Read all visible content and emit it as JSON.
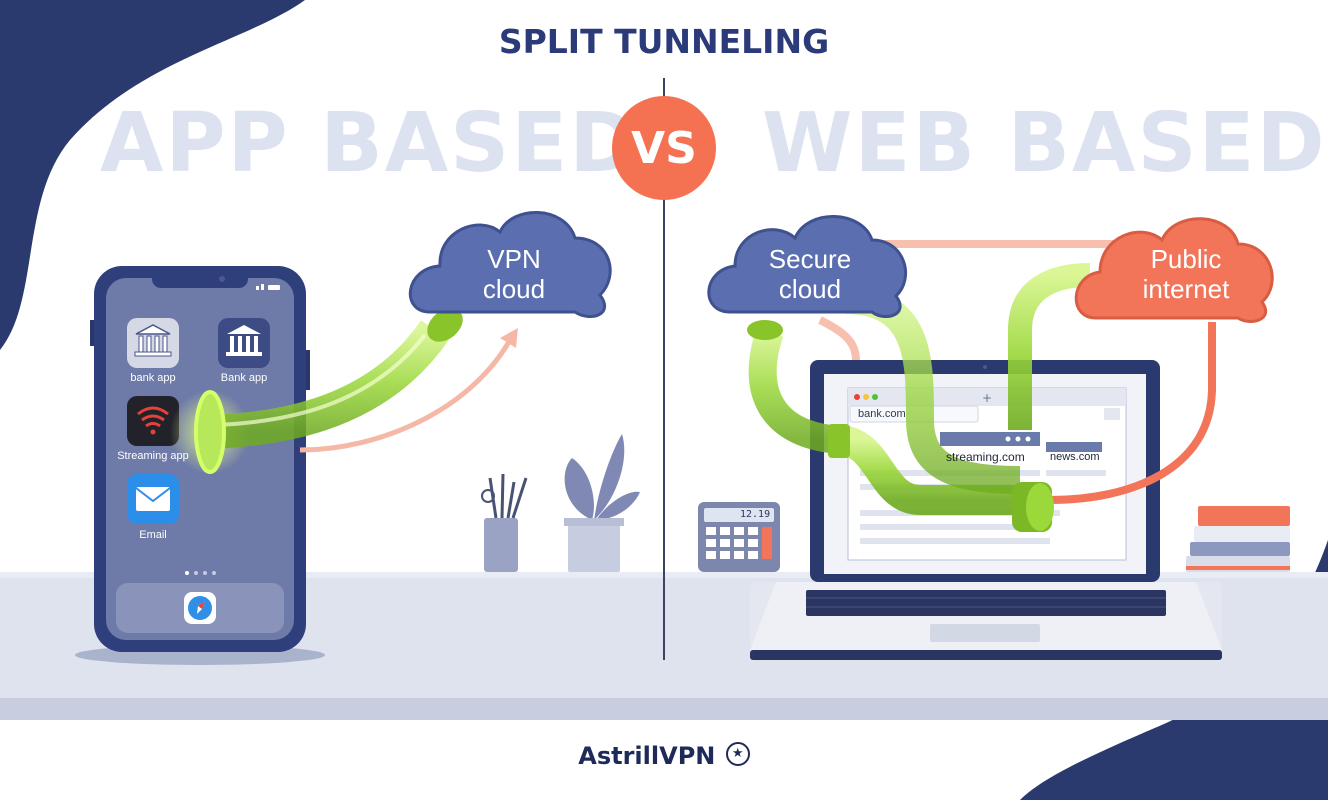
{
  "title": "SPLIT TUNNELING",
  "left_heading": "APP BASED",
  "vs": "VS",
  "right_heading": "WEB BASED",
  "clouds": {
    "vpn": "VPN\ncloud",
    "secure": "Secure\ncloud",
    "public": "Public\ninternet"
  },
  "phone_apps": [
    {
      "label": "bank app",
      "icon": "bank-icon"
    },
    {
      "label": "Bank app",
      "icon": "bank-icon"
    },
    {
      "label": "Streaming app",
      "icon": "wifi-icon"
    },
    {
      "label": "Email",
      "icon": "mail-icon"
    }
  ],
  "browser": {
    "tab": "bank.com",
    "sites": [
      "streaming.com",
      "news.com"
    ]
  },
  "calculator_display": "12.19",
  "brand": "AstrillVPN",
  "colors": {
    "navy": "#2b3a78",
    "coral": "#f47152",
    "tunnel_green": "#8ccd2c",
    "cloud_blue": "#5a6eb0",
    "desk": "#dfe3ee"
  }
}
